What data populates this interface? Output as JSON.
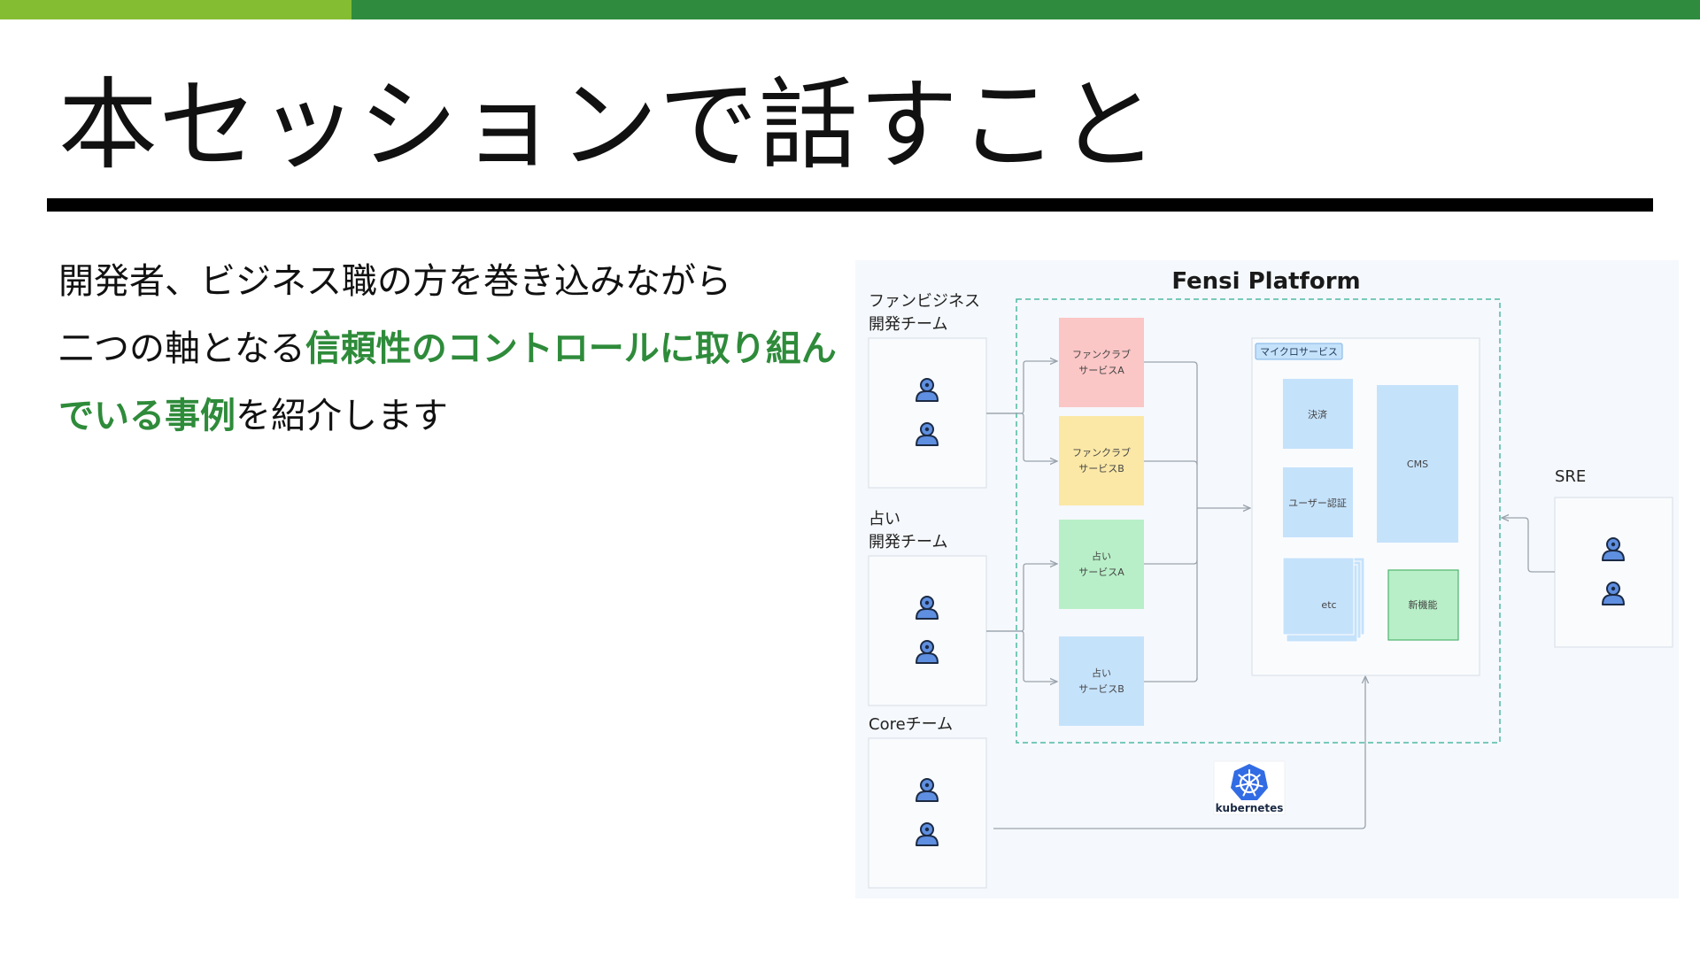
{
  "colors": {
    "accent_light": "#84bd32",
    "accent_dark": "#2f8c3e",
    "highlight_text": "#2e8b3a",
    "fanclub_a": "#fbc6c6",
    "fanclub_b": "#fbe8a6",
    "uranai_a": "#b8efc8",
    "uranai_b": "#c5e2fb",
    "micro": "#c5e2fb",
    "new_feature": "#b8efc8",
    "dashed_border": "#4fb9a5",
    "person_fill": "#5f8fe0"
  },
  "slide": {
    "title": "本セッションで話すこと",
    "body": {
      "line1": "開発者、ビジネス職の方を巻き込みながら",
      "line2_prefix": "二つの軸となる",
      "line2_highlight": "信頼性のコントロールに取り組ん",
      "line3_highlight": "でいる事例",
      "line3_suffix": "を紹介します"
    }
  },
  "diagram": {
    "platform_title": "Fensi Platform",
    "teams": [
      {
        "label": "ファンビジネス\n開発チーム",
        "icon": "person-icon"
      },
      {
        "label": "占い\n開発チーム",
        "icon": "person-icon"
      },
      {
        "label": "Coreチーム",
        "icon": "person-icon"
      }
    ],
    "sre_label": "SRE",
    "services": [
      {
        "line1": "ファンクラブ",
        "line2": "サービスA"
      },
      {
        "line1": "ファンクラブ",
        "line2": "サービスB"
      },
      {
        "line1": "占い",
        "line2": "サービスA"
      },
      {
        "line1": "占い",
        "line2": "サービスB"
      }
    ],
    "micro_label": "マイクロサービス",
    "micro_items": {
      "payment": "決済",
      "auth": "ユーザー認証",
      "etc": "etc",
      "cms": "CMS",
      "new": "新機能"
    },
    "k8s_label": "kubernetes",
    "k8s_icon": "kubernetes-helm-icon"
  }
}
